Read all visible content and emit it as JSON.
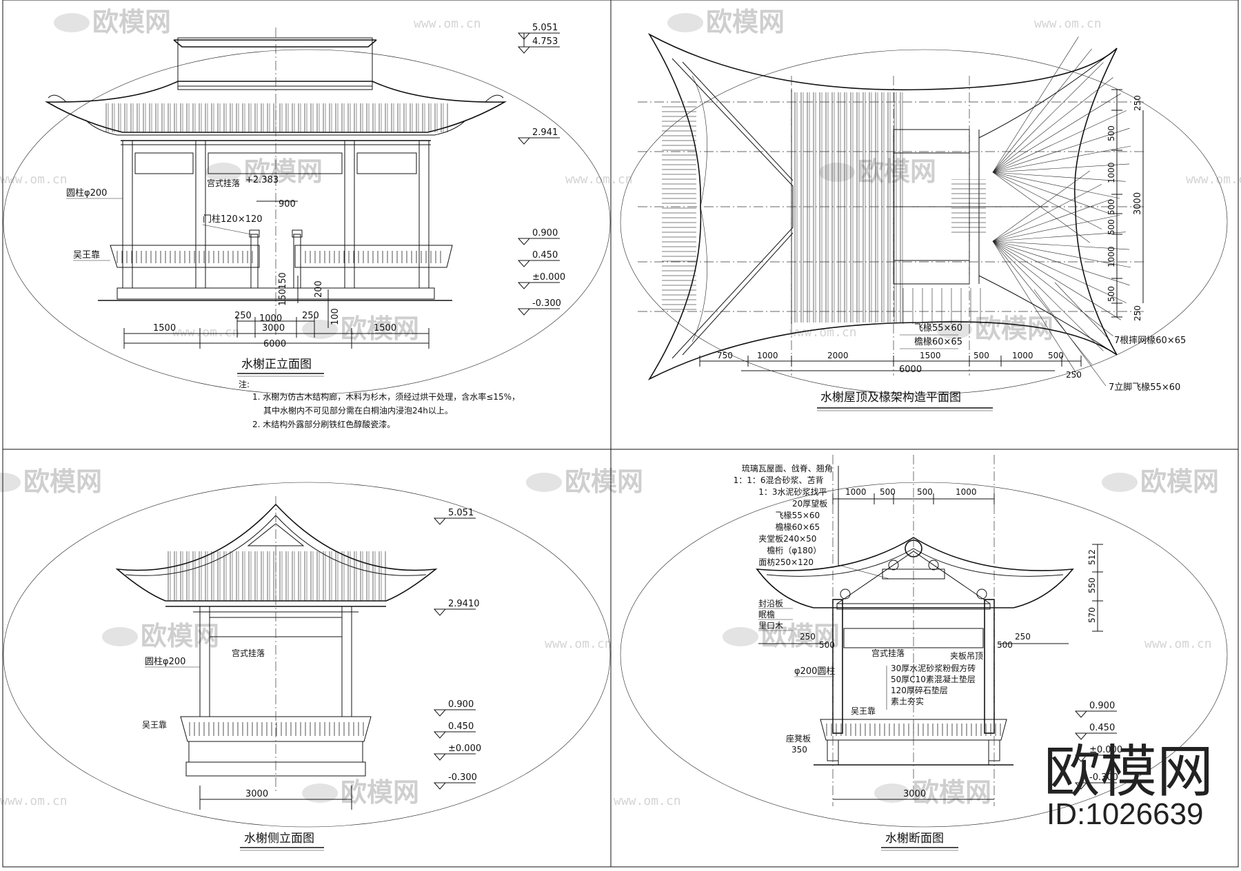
{
  "watermark": {
    "brand": "欧模网",
    "url": "www.om.cn"
  },
  "stamp": {
    "brand": "欧模网",
    "id": "ID:1026639"
  },
  "panels": {
    "front": {
      "title": "水榭正立面图",
      "elev": [
        "5.051",
        "4.753",
        "2.941",
        "0.900",
        "0.450",
        "±0.000",
        "-0.300"
      ],
      "labels": {
        "col": "圆柱φ200",
        "hang": "宫式挂落",
        "h2383": "+2.383",
        "d900": "900",
        "door": "门柱120×120",
        "bench": "吴王靠"
      },
      "dims_v": [
        "150",
        "150",
        "200",
        "100"
      ],
      "dims_row1": [
        "250",
        "1000",
        "250"
      ],
      "dims_row2": [
        "1500",
        "3000",
        "1500"
      ],
      "dims_total": "6000",
      "notes_head": "注:",
      "notes": [
        "1. 水榭为仿古木结构廊，木料为杉木，须经过烘干处理，含水率≤15%，",
        "其中水榭内不可见部分需在白桐油内浸泡24h以上。",
        "2. 木结构外露部分刷铁红色醇酸瓷漆。"
      ]
    },
    "roof": {
      "title": "水榭屋顶及椽架构造平面图",
      "right_dims": [
        "250",
        "500",
        "1000",
        "500",
        "500",
        "1000",
        "500",
        "250"
      ],
      "right_total": "3000",
      "bottom_dims": [
        "750",
        "1000",
        "2000",
        "1500",
        "500",
        "1000",
        "500"
      ],
      "bottom_total": "6000",
      "bottom_extra": "250",
      "labels": {
        "fly": "飞椽55×60",
        "eave": "檐椽60×65",
        "r7a": "7根摔网椽60×65",
        "r7b": "7立脚飞椽55×60"
      }
    },
    "side": {
      "title": "水榭侧立面图",
      "elev": [
        "5.051",
        "2.9410",
        "0.900",
        "0.450",
        "±0.000",
        "-0.300"
      ],
      "labels": {
        "hang": "宫式挂落",
        "col": "圆柱φ200",
        "bench": "吴王靠"
      },
      "dim": "3000"
    },
    "section": {
      "title": "水榭断面图",
      "layers": [
        "琉璃瓦屋面、戗脊、翘角",
        "1：1：6混合砂浆、苫背",
        "1：3水泥砂浆找平",
        "20厚望板",
        "飞椽55×60",
        "檐椽60×65",
        "夹堂板240×50",
        "檐桁（φ180）",
        "面枋250×120"
      ],
      "top_dims": [
        "1000",
        "500",
        "500",
        "1000"
      ],
      "right_dims": [
        "512",
        "550",
        "570"
      ],
      "left_labels": [
        "封沿板",
        "眠檐",
        "里口木"
      ],
      "mid_dims": {
        "l250": "250",
        "l500": "500",
        "r500": "500",
        "r250": "250"
      },
      "labels": {
        "hang": "宫式挂落",
        "clamp": "夹板吊顶",
        "col": "φ200圆柱",
        "bench": "吴王靠",
        "seat": "座凳板",
        "d350": "350"
      },
      "floor": [
        "30厚水泥砂浆粉假方砖",
        "50厚C10素混凝土垫层",
        "120厚碎石垫层",
        "素土夯实"
      ],
      "elev": [
        "0.900",
        "0.450",
        "±0.000",
        "-0.300"
      ],
      "dim": "3000"
    }
  }
}
